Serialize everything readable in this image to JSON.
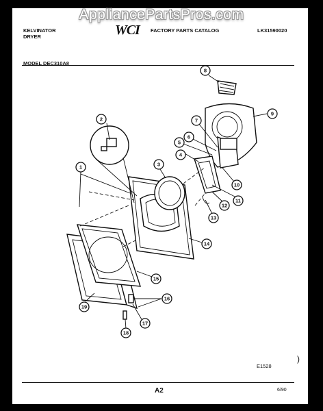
{
  "watermark": "AppliancePartsPros.com",
  "header": {
    "brand": "KELVINATOR",
    "product_type": "DRYER",
    "logo": "WCI",
    "catalog_title": "FACTORY PARTS CATALOG",
    "catalog_code": "LK31590020",
    "model_label": "MODEL DEC310A8"
  },
  "callouts": [
    "1",
    "2",
    "3",
    "4",
    "5",
    "6",
    "7",
    "8",
    "9",
    "10",
    "11",
    "12",
    "13",
    "14",
    "15",
    "16",
    "17",
    "18",
    "19"
  ],
  "footer": {
    "diagram_code": "E1528",
    "page_number": "A2",
    "date": "6/90",
    "margin_mark": ")"
  }
}
